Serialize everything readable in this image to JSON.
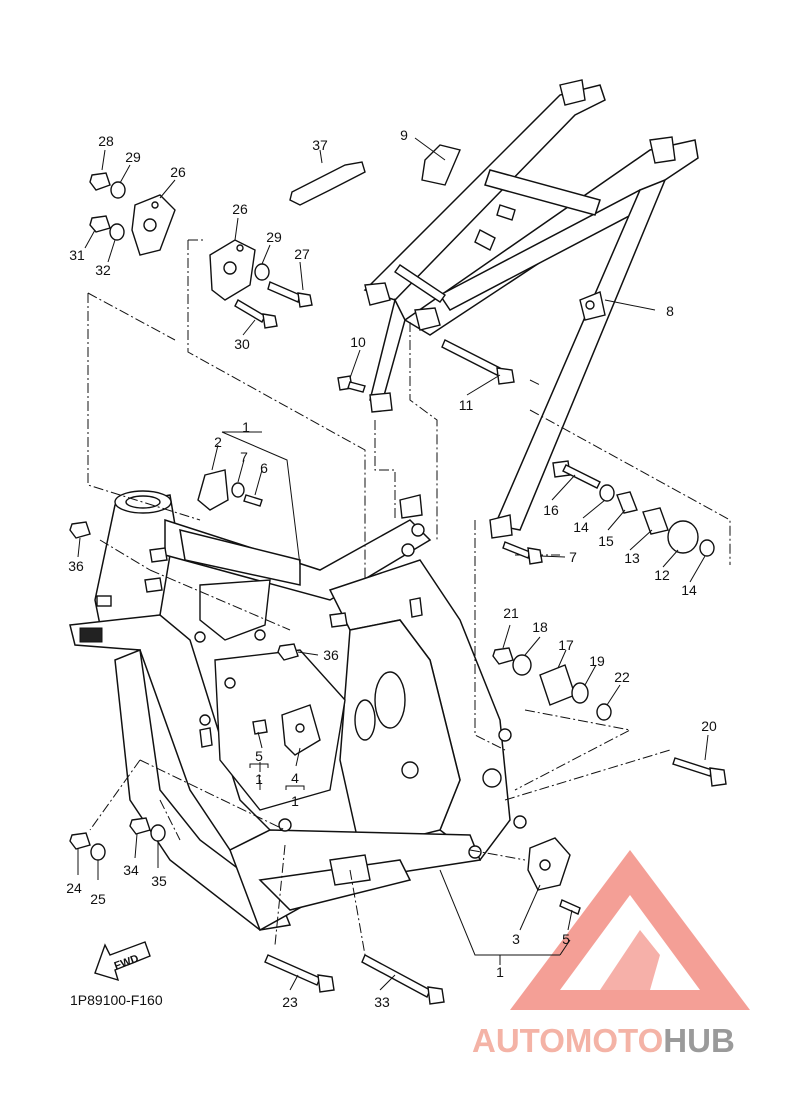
{
  "diagram_code": "1P89100-F160",
  "fwd_label": "FWD",
  "watermark": {
    "text_a": "AUTOMOTO",
    "text_b": "HUB",
    "color_a": "#f4b3a6",
    "color_b": "#9a9a9a",
    "triangle_color": "#f28e84"
  },
  "labels": {
    "p1_top": "1",
    "p2": "2",
    "p7_top": "7",
    "p6": "6",
    "p28": "28",
    "p29_left": "29",
    "p26_left": "26",
    "p31": "31",
    "p32": "32",
    "p26_mid": "26",
    "p29_mid": "29",
    "p27": "27",
    "p30": "30",
    "p37": "37",
    "p9": "9",
    "p8": "8",
    "p10": "10",
    "p11": "11",
    "p36_left": "36",
    "p36_mid": "36",
    "p16": "16",
    "p14_a": "14",
    "p15": "15",
    "p13": "13",
    "p12": "12",
    "p14_b": "14",
    "p7_right": "7",
    "p21": "21",
    "p18": "18",
    "p17": "17",
    "p19": "19",
    "p22": "22",
    "p20": "20",
    "p5_mid": "5",
    "p1_mid_a": "1",
    "p4": "4",
    "p1_mid_b": "1",
    "p24": "24",
    "p25": "25",
    "p34": "34",
    "p35": "35",
    "p3": "3",
    "p5_right": "5",
    "p1_bottom": "1",
    "p23": "23",
    "p33": "33"
  }
}
